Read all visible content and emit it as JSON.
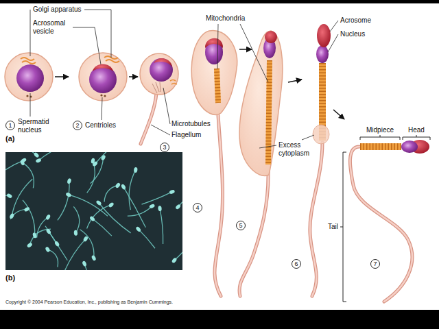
{
  "diagram": {
    "labels": [
      "Golgi apparatus",
      "Acrosomal vesicle",
      "Mitochondria",
      "Acrosome",
      "Nucleus",
      "1",
      "Spermatid nucleus",
      "2",
      "Centrioles",
      "Microtubules",
      "3",
      "Flagellum",
      "(a)",
      "Midpiece",
      "Head",
      "Excess cytoplasm",
      "4",
      "5",
      "6",
      "7",
      "Tail",
      "(b)",
      "Copyright © 2004 Pearson Education, Inc., publishing as Benjamin Cummings."
    ]
  }
}
